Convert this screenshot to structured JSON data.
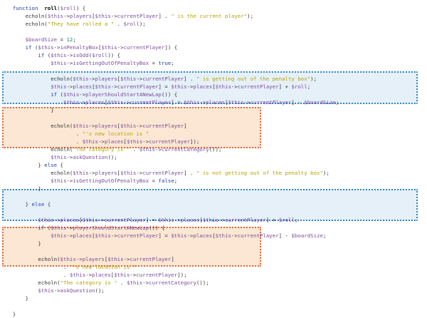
{
  "palette": {
    "keyword": "#1d3ea8",
    "function_name": "#000000",
    "variable": "#7a4a9a",
    "string": "#b7a200",
    "number": "#1d8a72",
    "plain": "#333333",
    "blue_highlight_border": "#2f86c8",
    "blue_highlight_fill": "#e6f0f9",
    "orange_highlight_border": "#e2673a",
    "orange_highlight_fill": "#fce7d4"
  },
  "code": {
    "lines": [
      [
        {
          "t": "    "
        },
        {
          "t": "function",
          "c": "kw"
        },
        {
          "t": "  "
        },
        {
          "t": "roll",
          "c": "fn"
        },
        {
          "t": "("
        },
        {
          "t": "$roll",
          "c": "var"
        },
        {
          "t": ") {"
        }
      ],
      [
        {
          "t": "        echoln("
        },
        {
          "t": "$this",
          "c": "var"
        },
        {
          "t": "->"
        },
        {
          "t": "players",
          "c": "var"
        },
        {
          "t": "["
        },
        {
          "t": "$this",
          "c": "var"
        },
        {
          "t": "->"
        },
        {
          "t": "currentPlayer",
          "c": "var"
        },
        {
          "t": "] . "
        },
        {
          "t": "\" is the current player\"",
          "c": "str"
        },
        {
          "t": ");"
        }
      ],
      [
        {
          "t": "        echoln("
        },
        {
          "t": "\"They have rolled a \"",
          "c": "str"
        },
        {
          "t": " . "
        },
        {
          "t": "$roll",
          "c": "var"
        },
        {
          "t": ");"
        }
      ],
      [
        {
          "t": ""
        }
      ],
      [
        {
          "t": "        "
        },
        {
          "t": "$boardSize",
          "c": "var"
        },
        {
          "t": " = "
        },
        {
          "t": "12",
          "c": "num"
        },
        {
          "t": ";"
        }
      ],
      [
        {
          "t": "        "
        },
        {
          "t": "if",
          "c": "kw"
        },
        {
          "t": " ("
        },
        {
          "t": "$this",
          "c": "var"
        },
        {
          "t": "->"
        },
        {
          "t": "inPenaltyBox",
          "c": "var"
        },
        {
          "t": "["
        },
        {
          "t": "$this",
          "c": "var"
        },
        {
          "t": "->"
        },
        {
          "t": "currentPlayer",
          "c": "var"
        },
        {
          "t": "]) {"
        }
      ],
      [
        {
          "t": "            "
        },
        {
          "t": "if",
          "c": "kw"
        },
        {
          "t": " ("
        },
        {
          "t": "$this",
          "c": "var"
        },
        {
          "t": "->"
        },
        {
          "t": "isOdd",
          "c": "var"
        },
        {
          "t": "("
        },
        {
          "t": "$roll",
          "c": "var"
        },
        {
          "t": ")) {"
        }
      ],
      [
        {
          "t": "                "
        },
        {
          "t": "$this",
          "c": "var"
        },
        {
          "t": "->"
        },
        {
          "t": "isGettingOutOfPenaltyBox",
          "c": "var"
        },
        {
          "t": " = "
        },
        {
          "t": "true",
          "c": "kw"
        },
        {
          "t": ";"
        }
      ],
      [
        {
          "t": ""
        }
      ],
      [
        {
          "t": "                echoln("
        },
        {
          "t": "$this",
          "c": "var"
        },
        {
          "t": "->"
        },
        {
          "t": "players",
          "c": "var"
        },
        {
          "t": "["
        },
        {
          "t": "$this",
          "c": "var"
        },
        {
          "t": "->"
        },
        {
          "t": "currentPlayer",
          "c": "var"
        },
        {
          "t": "] . "
        },
        {
          "t": "\" is getting out of the penalty box\"",
          "c": "str"
        },
        {
          "t": ");"
        }
      ],
      [
        {
          "t": "                "
        },
        {
          "t": "$this",
          "c": "var"
        },
        {
          "t": "->"
        },
        {
          "t": "places",
          "c": "var"
        },
        {
          "t": "["
        },
        {
          "t": "$this",
          "c": "var"
        },
        {
          "t": "->"
        },
        {
          "t": "currentPlayer",
          "c": "var"
        },
        {
          "t": "] = "
        },
        {
          "t": "$this",
          "c": "var"
        },
        {
          "t": "->"
        },
        {
          "t": "places",
          "c": "var"
        },
        {
          "t": "["
        },
        {
          "t": "$this",
          "c": "var"
        },
        {
          "t": "->"
        },
        {
          "t": "currentPlayer",
          "c": "var"
        },
        {
          "t": "] + "
        },
        {
          "t": "$roll",
          "c": "var"
        },
        {
          "t": ";"
        }
      ],
      [
        {
          "t": "                "
        },
        {
          "t": "if",
          "c": "kw"
        },
        {
          "t": " ("
        },
        {
          "t": "$this",
          "c": "var"
        },
        {
          "t": "->"
        },
        {
          "t": "playerShouldStartANewLap",
          "c": "var"
        },
        {
          "t": "()) {"
        }
      ],
      [
        {
          "t": "                    "
        },
        {
          "t": "$this",
          "c": "var"
        },
        {
          "t": "->"
        },
        {
          "t": "places",
          "c": "var"
        },
        {
          "t": "["
        },
        {
          "t": "$this",
          "c": "var"
        },
        {
          "t": "->"
        },
        {
          "t": "currentPlayer",
          "c": "var"
        },
        {
          "t": "] = "
        },
        {
          "t": "$this",
          "c": "var"
        },
        {
          "t": "->"
        },
        {
          "t": "places",
          "c": "var"
        },
        {
          "t": "["
        },
        {
          "t": "$this",
          "c": "var"
        },
        {
          "t": "->"
        },
        {
          "t": "currentPlayer",
          "c": "var"
        },
        {
          "t": "] - "
        },
        {
          "t": "$boardSize",
          "c": "var"
        },
        {
          "t": ";"
        }
      ],
      [
        {
          "t": "                }"
        }
      ],
      [
        {
          "t": ""
        }
      ],
      [
        {
          "t": "                echoln("
        },
        {
          "t": "$this",
          "c": "var"
        },
        {
          "t": "->"
        },
        {
          "t": "players",
          "c": "var"
        },
        {
          "t": "["
        },
        {
          "t": "$this",
          "c": "var"
        },
        {
          "t": "->"
        },
        {
          "t": "currentPlayer",
          "c": "var"
        },
        {
          "t": "]"
        }
      ],
      [
        {
          "t": "                        . "
        },
        {
          "t": "\"'s new location is \"",
          "c": "str"
        }
      ],
      [
        {
          "t": "                        . "
        },
        {
          "t": "$this",
          "c": "var"
        },
        {
          "t": "->"
        },
        {
          "t": "places",
          "c": "var"
        },
        {
          "t": "["
        },
        {
          "t": "$this",
          "c": "var"
        },
        {
          "t": "->"
        },
        {
          "t": "currentPlayer",
          "c": "var"
        },
        {
          "t": "]);"
        }
      ],
      [
        {
          "t": "                echoln("
        },
        {
          "t": "\"The category is \"",
          "c": "str"
        },
        {
          "t": " . "
        },
        {
          "t": "$this",
          "c": "var"
        },
        {
          "t": "->"
        },
        {
          "t": "currentCategory",
          "c": "var"
        },
        {
          "t": "());"
        }
      ],
      [
        {
          "t": "                "
        },
        {
          "t": "$this",
          "c": "var"
        },
        {
          "t": "->"
        },
        {
          "t": "askQuestion",
          "c": "var"
        },
        {
          "t": "();"
        }
      ],
      [
        {
          "t": "            } "
        },
        {
          "t": "else",
          "c": "kw"
        },
        {
          "t": " {"
        }
      ],
      [
        {
          "t": "                echoln("
        },
        {
          "t": "$this",
          "c": "var"
        },
        {
          "t": "->"
        },
        {
          "t": "players",
          "c": "var"
        },
        {
          "t": "["
        },
        {
          "t": "$this",
          "c": "var"
        },
        {
          "t": "->"
        },
        {
          "t": "currentPlayer",
          "c": "var"
        },
        {
          "t": "] . "
        },
        {
          "t": "\" is not getting out of the penalty box\"",
          "c": "str"
        },
        {
          "t": ");"
        }
      ],
      [
        {
          "t": "                "
        },
        {
          "t": "$this",
          "c": "var"
        },
        {
          "t": "->"
        },
        {
          "t": "isGettingOutOfPenaltyBox",
          "c": "var"
        },
        {
          "t": " = "
        },
        {
          "t": "false",
          "c": "kw"
        },
        {
          "t": ";"
        }
      ],
      [
        {
          "t": "            }"
        }
      ],
      [
        {
          "t": ""
        }
      ],
      [
        {
          "t": "        } "
        },
        {
          "t": "else",
          "c": "kw"
        },
        {
          "t": " {"
        }
      ],
      [
        {
          "t": ""
        }
      ],
      [
        {
          "t": "            "
        },
        {
          "t": "$this",
          "c": "var"
        },
        {
          "t": "->"
        },
        {
          "t": "places",
          "c": "var"
        },
        {
          "t": "["
        },
        {
          "t": "$this",
          "c": "var"
        },
        {
          "t": "->"
        },
        {
          "t": "currentPlayer",
          "c": "var"
        },
        {
          "t": "] = "
        },
        {
          "t": "$this",
          "c": "var"
        },
        {
          "t": "->"
        },
        {
          "t": "places",
          "c": "var"
        },
        {
          "t": "["
        },
        {
          "t": "$this",
          "c": "var"
        },
        {
          "t": "->"
        },
        {
          "t": "currentPlayer",
          "c": "var"
        },
        {
          "t": "] + "
        },
        {
          "t": "$roll",
          "c": "var"
        },
        {
          "t": ";"
        }
      ],
      [
        {
          "t": "            "
        },
        {
          "t": "if",
          "c": "kw"
        },
        {
          "t": " ("
        },
        {
          "t": "$this",
          "c": "var"
        },
        {
          "t": "->"
        },
        {
          "t": "playerShouldStartANewLap",
          "c": "var"
        },
        {
          "t": "()) {"
        }
      ],
      [
        {
          "t": "                "
        },
        {
          "t": "$this",
          "c": "var"
        },
        {
          "t": "->"
        },
        {
          "t": "places",
          "c": "var"
        },
        {
          "t": "["
        },
        {
          "t": "$this",
          "c": "var"
        },
        {
          "t": "->"
        },
        {
          "t": "currentPlayer",
          "c": "var"
        },
        {
          "t": "] = "
        },
        {
          "t": "$this",
          "c": "var"
        },
        {
          "t": "->"
        },
        {
          "t": "places",
          "c": "var"
        },
        {
          "t": "["
        },
        {
          "t": "$this",
          "c": "var"
        },
        {
          "t": "->"
        },
        {
          "t": "currentPlayer",
          "c": "var"
        },
        {
          "t": "] - "
        },
        {
          "t": "$boardSize",
          "c": "var"
        },
        {
          "t": ";"
        }
      ],
      [
        {
          "t": "            }"
        }
      ],
      [
        {
          "t": ""
        }
      ],
      [
        {
          "t": "            echoln("
        },
        {
          "t": "$this",
          "c": "var"
        },
        {
          "t": "->"
        },
        {
          "t": "players",
          "c": "var"
        },
        {
          "t": "["
        },
        {
          "t": "$this",
          "c": "var"
        },
        {
          "t": "->"
        },
        {
          "t": "currentPlayer",
          "c": "var"
        },
        {
          "t": "]"
        }
      ],
      [
        {
          "t": "                    . "
        },
        {
          "t": "\"'s new location is \"",
          "c": "str"
        }
      ],
      [
        {
          "t": "                    . "
        },
        {
          "t": "$this",
          "c": "var"
        },
        {
          "t": "->"
        },
        {
          "t": "places",
          "c": "var"
        },
        {
          "t": "["
        },
        {
          "t": "$this",
          "c": "var"
        },
        {
          "t": "->"
        },
        {
          "t": "currentPlayer",
          "c": "var"
        },
        {
          "t": "]);"
        }
      ],
      [
        {
          "t": "            echoln("
        },
        {
          "t": "\"The category is \"",
          "c": "str"
        },
        {
          "t": " . "
        },
        {
          "t": "$this",
          "c": "var"
        },
        {
          "t": "->"
        },
        {
          "t": "currentCategory",
          "c": "var"
        },
        {
          "t": "());"
        }
      ],
      [
        {
          "t": "            "
        },
        {
          "t": "$this",
          "c": "var"
        },
        {
          "t": "->"
        },
        {
          "t": "askQuestion",
          "c": "var"
        },
        {
          "t": "();"
        }
      ],
      [
        {
          "t": "        }"
        }
      ],
      [
        {
          "t": ""
        }
      ],
      [
        {
          "t": "    }"
        }
      ]
    ]
  }
}
